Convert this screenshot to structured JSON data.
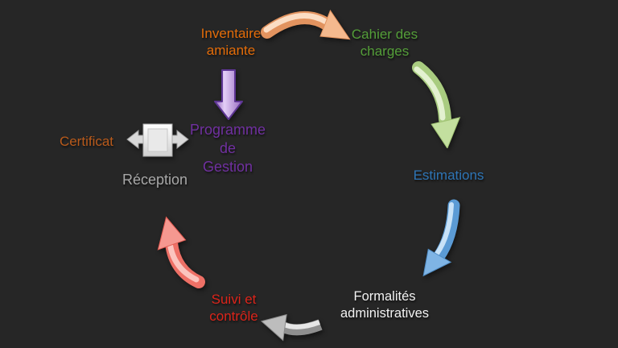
{
  "slide": {
    "background_color": "#262626"
  },
  "diagram": {
    "nodes": {
      "inventaire": {
        "line1": "Inventaire",
        "line2": "amiante",
        "color": "#E36C09"
      },
      "cahier": {
        "line1": "Cahier des",
        "line2": "charges",
        "color": "#549E39"
      },
      "estimations": {
        "text": "Estimations",
        "color": "#2E75B6"
      },
      "formalites": {
        "line1": "Formalités",
        "line2": "administratives",
        "color": "#F2F2F2"
      },
      "suivi": {
        "line1": "Suivi et",
        "line2": "contrôle",
        "color": "#DB241A"
      },
      "reception": {
        "text": "Réception",
        "color": "#A8A8A8"
      },
      "certificat": {
        "text": "Certificat",
        "color": "#B85A1B"
      },
      "programme": {
        "line1": "Programme",
        "line2": "de",
        "line3": "Gestion",
        "color": "#7030A0"
      }
    },
    "arrows": {
      "inventaire_to_cahier": {
        "color": "#F2B488",
        "direction": "right"
      },
      "cahier_to_estimations": {
        "color": "#C3DF9F",
        "direction": "down"
      },
      "estimations_to_formalites": {
        "color": "#7FB4E4",
        "direction": "down-left"
      },
      "formalites_to_suivi": {
        "color": "#BDBDBD",
        "direction": "left"
      },
      "suivi_to_reception": {
        "color": "#F59890",
        "direction": "up"
      },
      "inventaire_to_programme": {
        "color": "#C9A3E8",
        "direction": "down"
      },
      "certificat_reception_link": {
        "color": "#E9E9E9",
        "direction": "left-right"
      }
    }
  }
}
